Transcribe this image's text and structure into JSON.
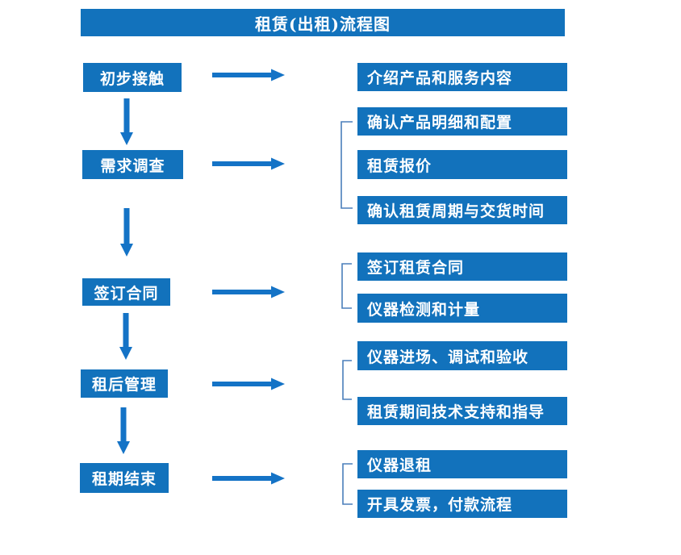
{
  "title": "租赁(出租)流程图",
  "colors": {
    "background": "#FFFFFF",
    "box_blue": "#1272BC",
    "arrow_blue": "#1473C6",
    "bracket_blue": "#4A7EBB",
    "text_white": "#FFFFFF"
  },
  "steps": [
    {
      "label": "初步接触",
      "details": [
        "介绍产品和服务内容"
      ]
    },
    {
      "label": "需求调查",
      "details": [
        "确认产品明细和配置",
        "租赁报价",
        "确认租赁周期与交货时间"
      ]
    },
    {
      "label": "签订合同",
      "details": [
        "签订租赁合同",
        "仪器检测和计量"
      ]
    },
    {
      "label": "租后管理",
      "details": [
        "仪器进场、调试和验收",
        "租赁期间技术支持和指导"
      ]
    },
    {
      "label": "租期结束",
      "details": [
        "仪器退租",
        "开具发票，付款流程"
      ]
    }
  ]
}
